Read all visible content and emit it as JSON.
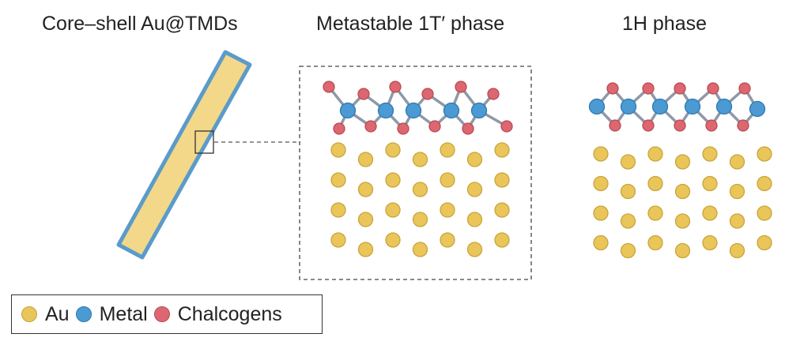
{
  "titles": {
    "core_shell": "Core–shell Au@TMDs",
    "metastable": "Metastable 1T′ phase",
    "h_phase": "1H phase"
  },
  "legend": [
    {
      "label": "Au",
      "color": "#e9c55a",
      "stroke": "#c9a53c"
    },
    {
      "label": "Metal",
      "color": "#4b9ad3",
      "stroke": "#2f79b0"
    },
    {
      "label": "Chalcogens",
      "color": "#dd6770",
      "stroke": "#b94a52"
    }
  ],
  "colors": {
    "rod_fill": "#f3d889",
    "rod_stroke": "#5b9bc9",
    "bond": "#8e99a8"
  }
}
